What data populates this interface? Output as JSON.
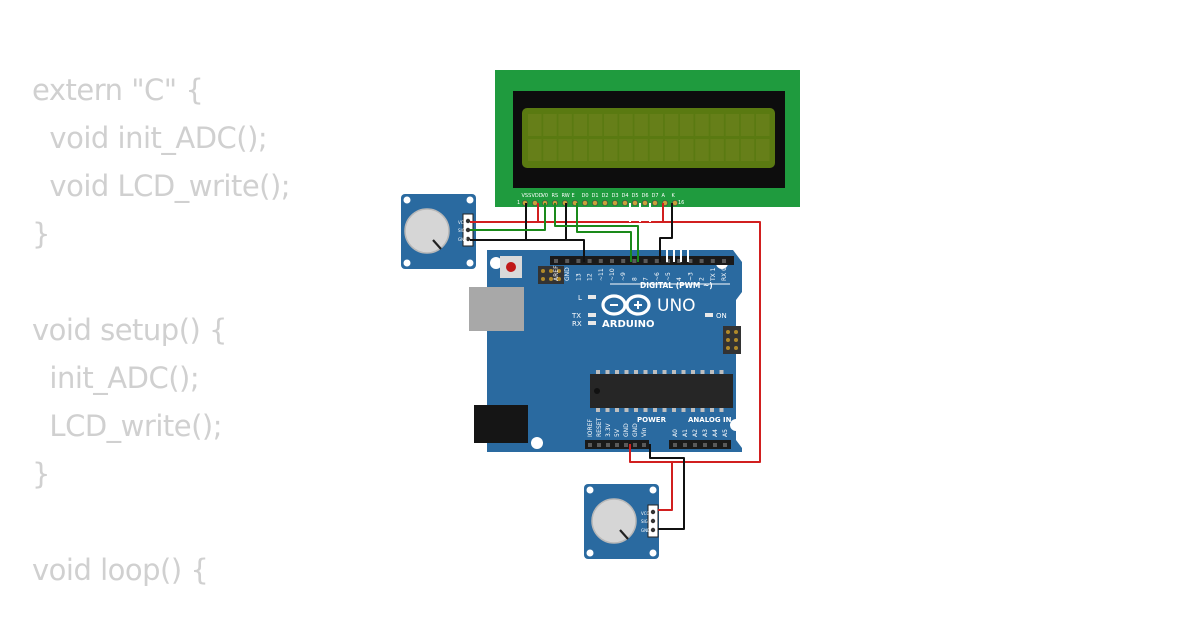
{
  "code": {
    "lines": [
      "extern \"C\" {",
      "  void init_ADC();",
      "  void LCD_write();",
      "}",
      "",
      "void setup() {",
      "  init_ADC();",
      "  LCD_write();",
      "}",
      "",
      "void loop() {"
    ]
  },
  "lcd": {
    "pin_labels": [
      "VSS",
      "VDD",
      "V0",
      "RS",
      "RW",
      "E",
      "D0",
      "D1",
      "D2",
      "D3",
      "D4",
      "D5",
      "D6",
      "D7",
      "A",
      "K"
    ],
    "pin_numbers_left": "1",
    "pin_numbers_right": "16",
    "colors": {
      "pcb": "#1f9b3e",
      "bezel": "#0d0d0d",
      "screen": "#5a7a11"
    }
  },
  "board": {
    "brand_text": "ARDUINO",
    "model_text": "UNO",
    "digital_header_label": "DIGITAL (PWM ~)",
    "digital_pin_labels": [
      "AREF",
      "GND",
      "13",
      "12",
      "~11",
      "~10",
      "~9",
      "8",
      "7",
      "~6",
      "~5",
      "4",
      "~3",
      "2",
      "TX 1",
      "RX 0"
    ],
    "power_header_label": "POWER",
    "power_pin_labels": [
      "IOREF",
      "RESET",
      "3.3V",
      "5V",
      "GND",
      "GND",
      "Vin"
    ],
    "analog_header_label": "ANALOG IN",
    "analog_pin_labels": [
      "A0",
      "A1",
      "A2",
      "A3",
      "A4",
      "A5"
    ],
    "led_labels": {
      "l": "L",
      "tx": "TX",
      "rx": "RX",
      "on": "ON"
    },
    "colors": {
      "pcb": "#2a6aa0",
      "header": "#1a1a1a",
      "chip": "#262626"
    }
  },
  "potentiometers": [
    {
      "id": "pot-top",
      "pin_labels": [
        "VCC",
        "SIG",
        "GND"
      ]
    },
    {
      "id": "pot-bottom",
      "pin_labels": [
        "VCC",
        "SIG",
        "GND"
      ]
    }
  ],
  "wire_colors": {
    "power": "#d11f1f",
    "ground": "#111111",
    "signal": "#1a8a1a"
  }
}
